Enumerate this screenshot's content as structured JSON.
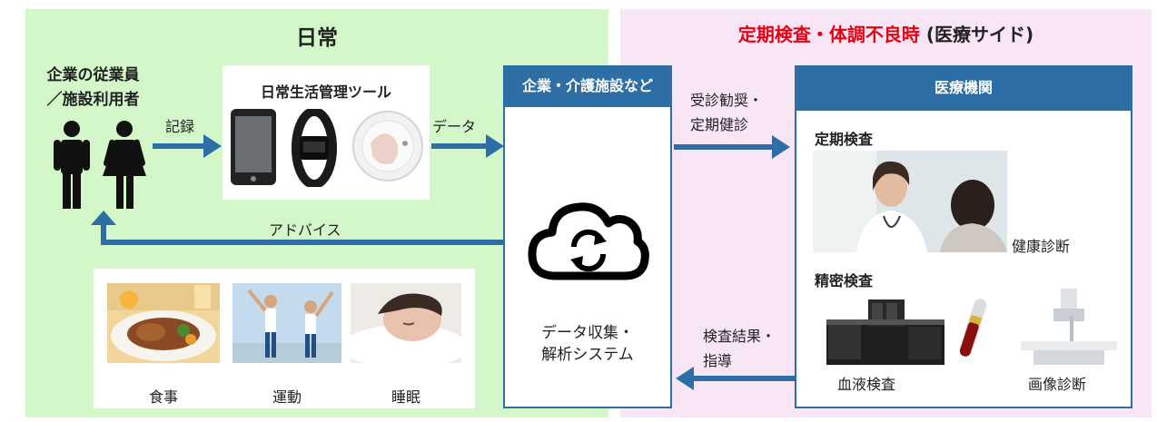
{
  "daily": {
    "title": "日常",
    "users_label_line1": "企業の従業員",
    "users_label_line2": "／施設利用者",
    "tools_title": "日常生活管理ツール",
    "record_label": "記録",
    "data_label": "データ",
    "advice_label": "アドバイス",
    "lifestyle": [
      "食事",
      "運動",
      "睡眠"
    ]
  },
  "company": {
    "header": "企業・介護施設など",
    "system_line1": "データ収集・",
    "system_line2": "解析システム"
  },
  "medical_side": {
    "title_red": "定期検査・体調不良時",
    "title_black": "(医療サイド)",
    "referral_line1": "受診勧奨・",
    "referral_line2": "定期健診",
    "results_line1": "検査結果・",
    "results_line2": "指導"
  },
  "hospital": {
    "header": "医療機関",
    "routine_title": "定期検査",
    "health_checkup": "健康診断",
    "detailed_title": "精密検査",
    "blood_test": "血液検査",
    "imaging": "画像診断"
  },
  "colors": {
    "green_panel": "#d3f7c8",
    "pink_panel": "#f8e6f7",
    "accent_blue": "#2c6ea5",
    "red_title": "#e60012"
  }
}
